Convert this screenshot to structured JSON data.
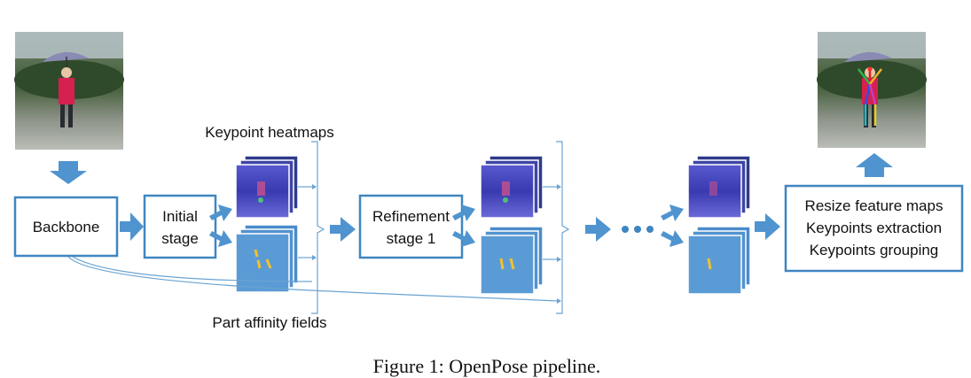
{
  "title": "Figure 1: OpenPose pipeline.",
  "labels": {
    "backbone": "Backbone",
    "initial_stage": [
      "Initial",
      "stage"
    ],
    "refinement_stage": [
      "Refinement",
      "stage 1"
    ],
    "keypoint_heatmaps": "Keypoint heatmaps",
    "part_affinity_fields": "Part affinity fields",
    "ellipsis": "• • •",
    "post_processing": [
      "Resize feature maps",
      "Keypoints extraction",
      "Keypoints grouping"
    ]
  },
  "colors": {
    "accent": "#4f94cf",
    "box_border": "#3f86c0",
    "connector": "#6aa3d1",
    "heatmap_bg": "#3f3fa8",
    "paf_bg": "#5b9bd5",
    "paf_mark": "#f2c12e",
    "person_red": "#d6204f"
  }
}
